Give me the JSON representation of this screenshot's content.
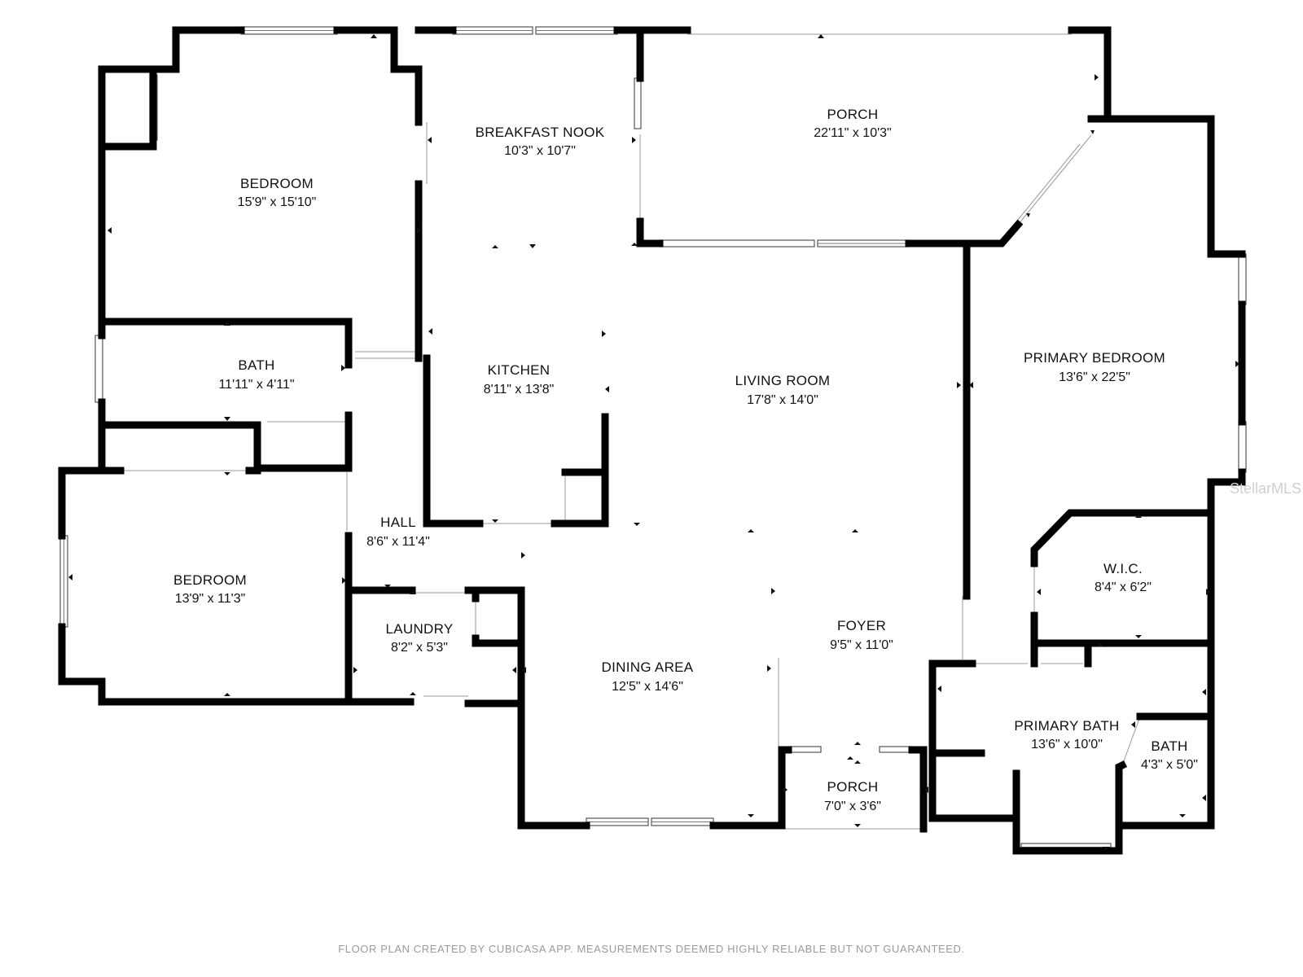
{
  "rooms": {
    "bedroom_top": {
      "name": "BEDROOM",
      "dims": "15'9\" x 15'10\""
    },
    "breakfast_nook": {
      "name": "BREAKFAST NOOK",
      "dims": "10'3\" x 10'7\""
    },
    "porch_top": {
      "name": "PORCH",
      "dims": "22'11\" x 10'3\""
    },
    "bath_left": {
      "name": "BATH",
      "dims": "11'11\" x 4'11\""
    },
    "kitchen": {
      "name": "KITCHEN",
      "dims": "8'11\" x 13'8\""
    },
    "living_room": {
      "name": "LIVING ROOM",
      "dims": "17'8\" x 14'0\""
    },
    "primary_bedroom": {
      "name": "PRIMARY BEDROOM",
      "dims": "13'6\" x 22'5\""
    },
    "hall": {
      "name": "HALL",
      "dims": "8'6\" x 11'4\""
    },
    "wic": {
      "name": "W.I.C.",
      "dims": "8'4\" x 6'2\""
    },
    "bedroom_bottom": {
      "name": "BEDROOM",
      "dims": "13'9\" x 11'3\""
    },
    "laundry": {
      "name": "LAUNDRY",
      "dims": "8'2\" x 5'3\""
    },
    "foyer": {
      "name": "FOYER",
      "dims": "9'5\" x 11'0\""
    },
    "dining_area": {
      "name": "DINING AREA",
      "dims": "12'5\" x 14'6\""
    },
    "primary_bath": {
      "name": "PRIMARY BATH",
      "dims": "13'6\" x 10'0\""
    },
    "bath_right": {
      "name": "BATH",
      "dims": "4'3\" x 5'0\""
    },
    "porch_front": {
      "name": "PORCH",
      "dims": "7'0\" x 3'6\""
    }
  },
  "footer": "FLOOR PLAN CREATED BY CUBICASA APP. MEASUREMENTS DEEMED HIGHLY RELIABLE BUT NOT GUARANTEED.",
  "watermark": "StellarMLS"
}
